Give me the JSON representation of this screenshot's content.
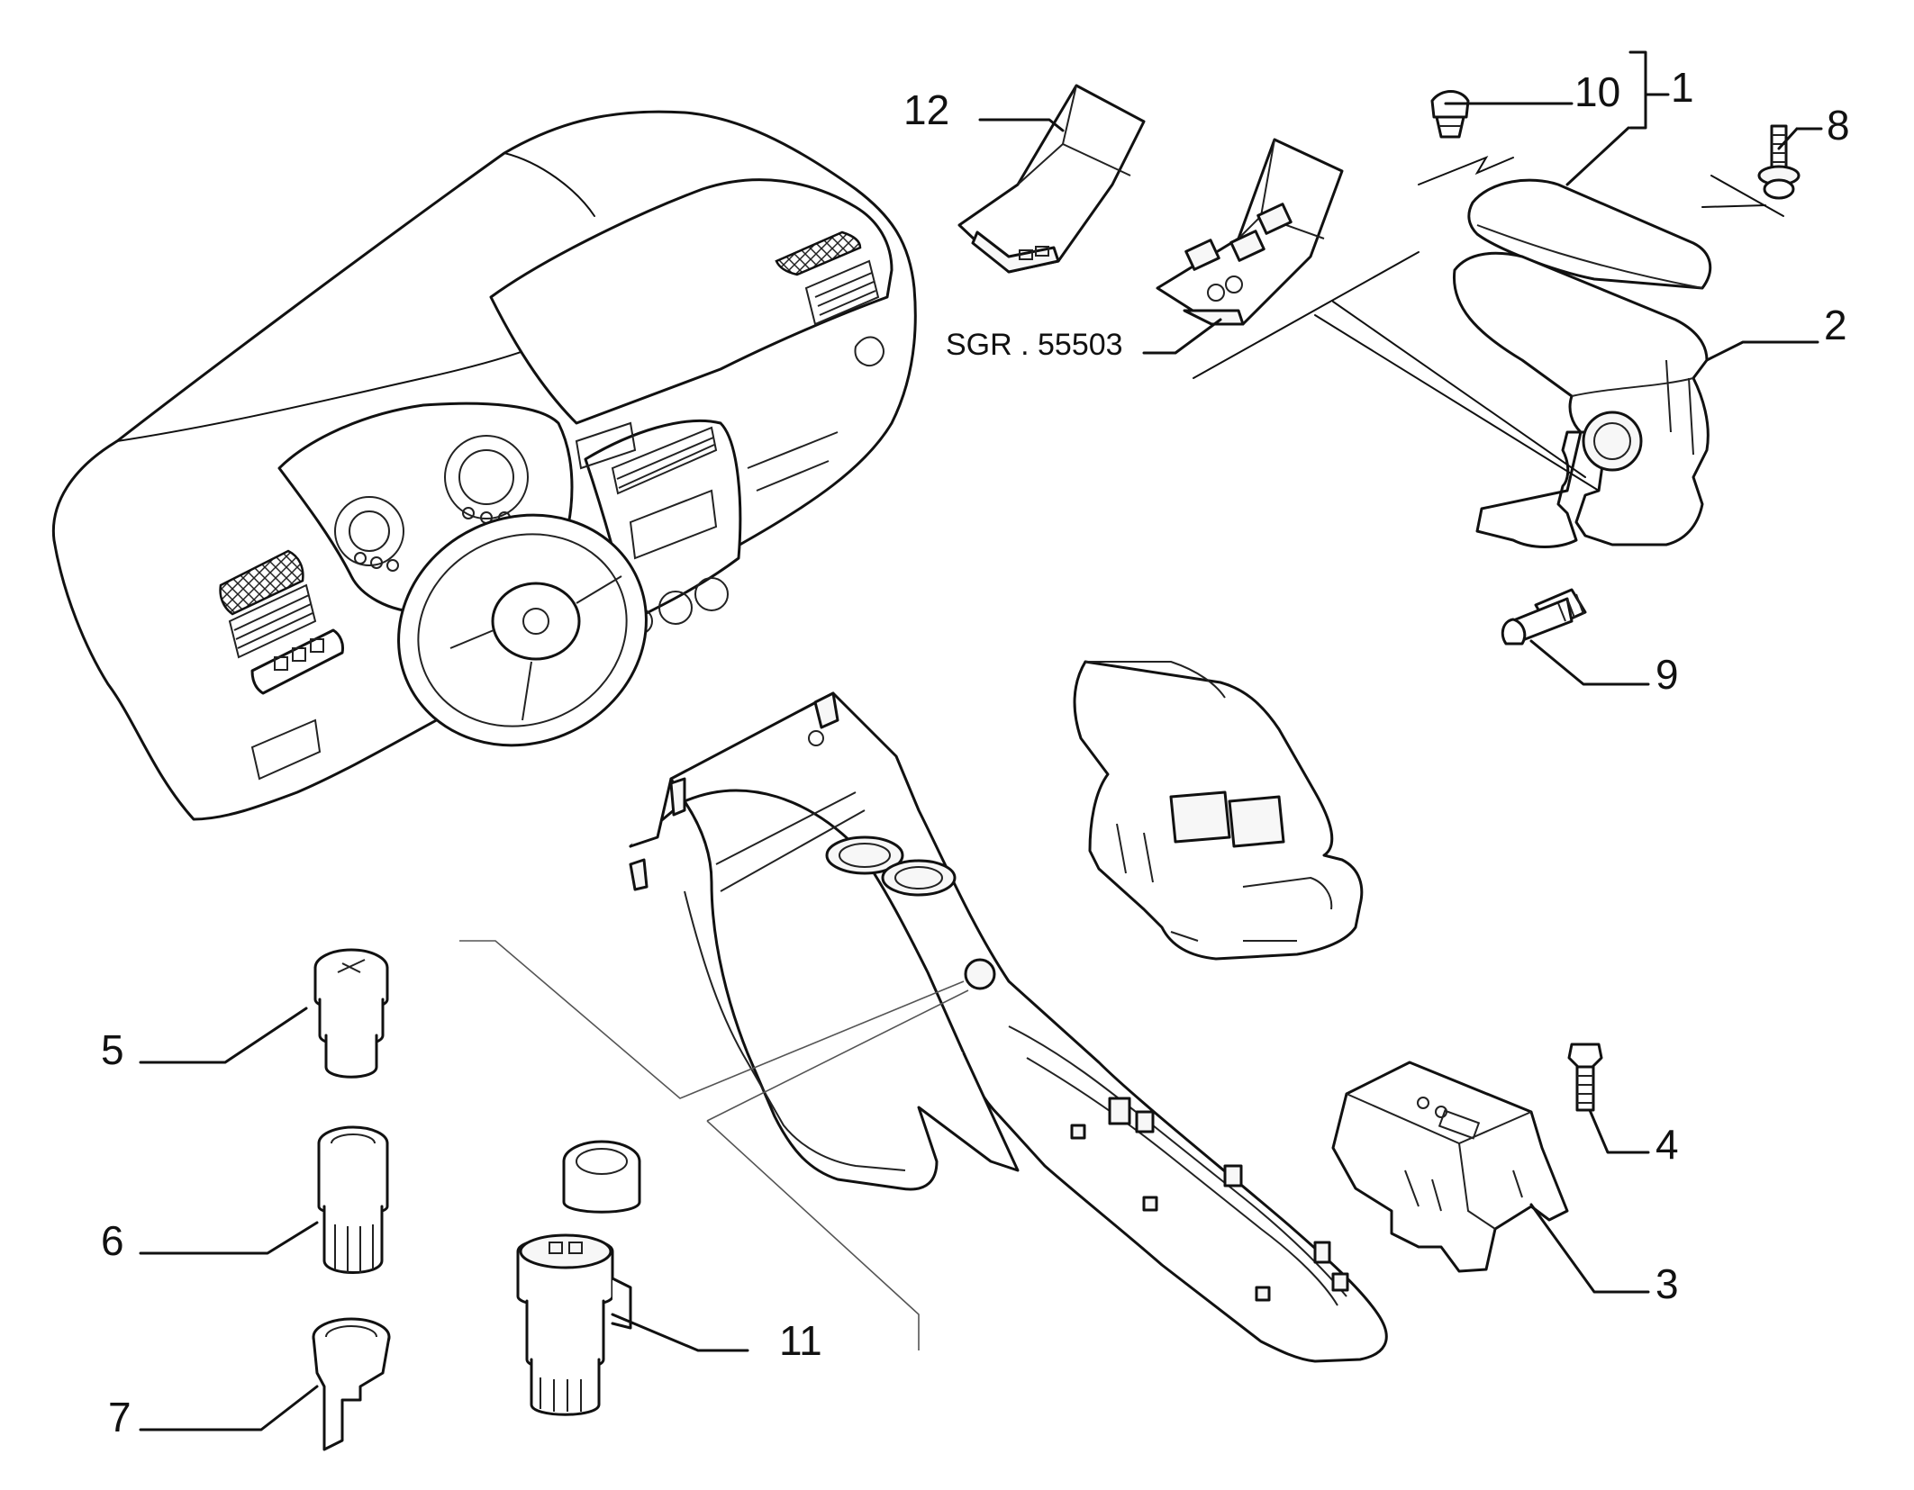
{
  "callouts": {
    "c1": "1",
    "c2": "2",
    "c3": "3",
    "c4": "4",
    "c5": "5",
    "c6": "6",
    "c7": "7",
    "c8": "8",
    "c9": "9",
    "c10": "10",
    "c11": "11",
    "c12": "12"
  },
  "reference": "SGR . 55503",
  "colors": {
    "line": "#111111",
    "background": "#ffffff"
  }
}
